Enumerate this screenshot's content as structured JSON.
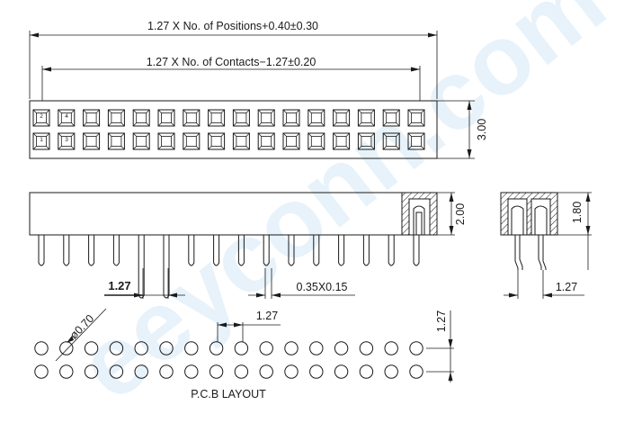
{
  "watermark": "eeyconn.com",
  "dimensions": {
    "overall_length": "1.27 X No. of Positions+0.40±0.30",
    "contacts_length": "1.27 X No. of Contacts−1.27±0.20",
    "body_height": "3.00",
    "body_side_height": "2.00",
    "end_view_height": "1.80",
    "end_view_pitch": "1.27",
    "pin_pitch": "1.27",
    "pin_size": "0.35X0.15",
    "pcb_hole_diameter": "ø0.70",
    "pcb_pitch_x": "1.27",
    "pcb_pitch_y": "1.27"
  },
  "pin_labels": [
    "1",
    "2",
    "3",
    "4"
  ],
  "pcb_label": "P.C.B  LAYOUT",
  "colors": {
    "line": "#1a1a1a",
    "watermark": "#1e8bd6"
  }
}
